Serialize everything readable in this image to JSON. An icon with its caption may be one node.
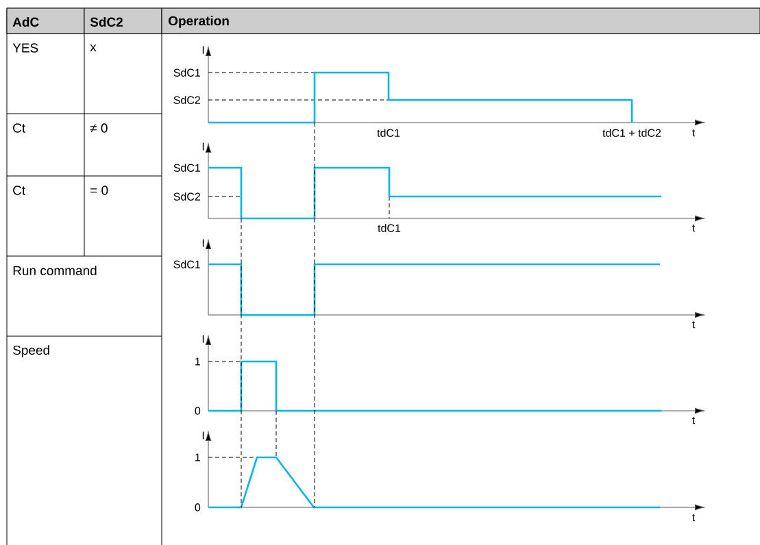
{
  "diagram": {
    "labels": [
      "AdC",
      "SdC2",
      "Operation",
      "YES",
      "x",
      "Ct",
      "≠ 0",
      "Ct",
      "= 0",
      "Run command",
      "Speed",
      "I",
      "SdC1",
      "SdC2",
      "tdC1",
      "tdC1 + tdC2",
      "t",
      "I",
      "SdC1",
      "SdC2",
      "tdC1",
      "t",
      "I",
      "SdC1",
      "t",
      "I",
      "1",
      "0",
      "t",
      "I",
      "1",
      "0",
      "t"
    ]
  }
}
